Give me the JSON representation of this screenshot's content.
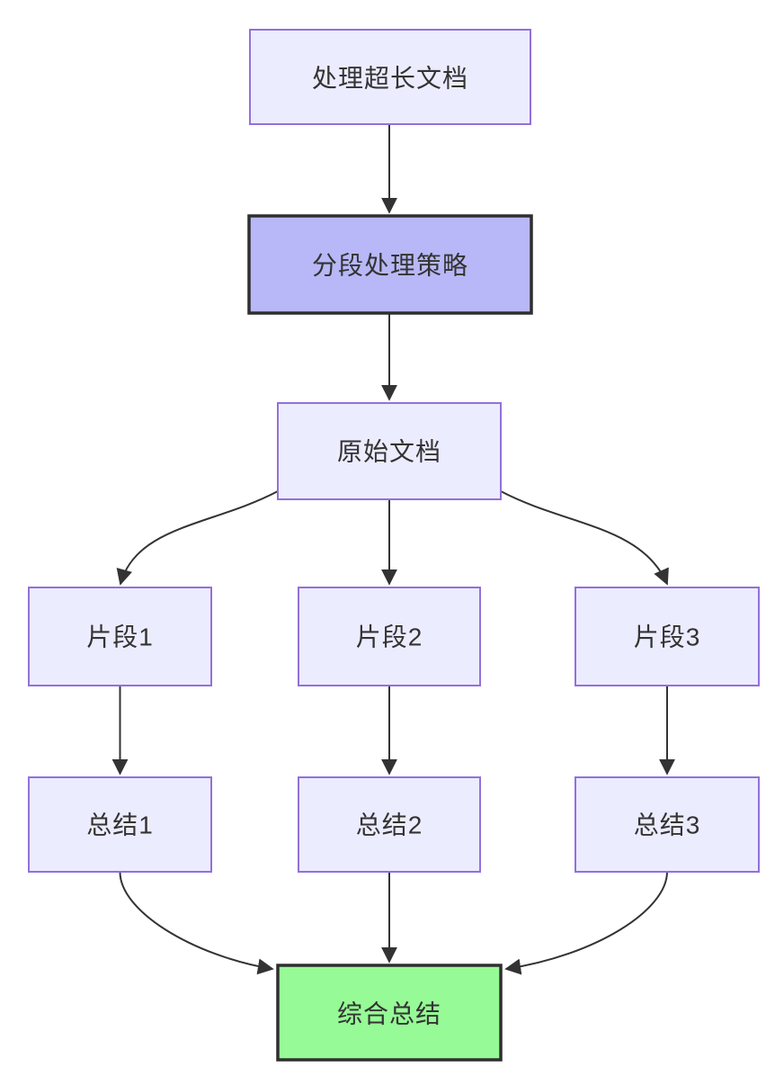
{
  "diagram": {
    "type": "flowchart",
    "direction": "top-down",
    "nodes": [
      {
        "id": "A",
        "label": "处理超长文档",
        "style": "default"
      },
      {
        "id": "B",
        "label": "分段处理策略",
        "style": "highlight"
      },
      {
        "id": "C",
        "label": "原始文档",
        "style": "default"
      },
      {
        "id": "D",
        "label": "片段1",
        "style": "default"
      },
      {
        "id": "E",
        "label": "片段2",
        "style": "default"
      },
      {
        "id": "F",
        "label": "片段3",
        "style": "default"
      },
      {
        "id": "G",
        "label": "总结1",
        "style": "default"
      },
      {
        "id": "H",
        "label": "总结2",
        "style": "default"
      },
      {
        "id": "I",
        "label": "总结3",
        "style": "default"
      },
      {
        "id": "J",
        "label": "综合总结",
        "style": "success"
      }
    ],
    "edges": [
      {
        "from": "处理超长文档",
        "to": "分段处理策略"
      },
      {
        "from": "分段处理策略",
        "to": "原始文档"
      },
      {
        "from": "原始文档",
        "to": "片段1"
      },
      {
        "from": "原始文档",
        "to": "片段2"
      },
      {
        "from": "原始文档",
        "to": "片段3"
      },
      {
        "from": "片段1",
        "to": "总结1"
      },
      {
        "from": "片段2",
        "to": "总结2"
      },
      {
        "from": "片段3",
        "to": "总结3"
      },
      {
        "from": "总结1",
        "to": "综合总结"
      },
      {
        "from": "总结2",
        "to": "综合总结"
      },
      {
        "from": "总结3",
        "to": "综合总结"
      }
    ]
  },
  "colors": {
    "background": "#ffffff",
    "node_fill": "#ececff",
    "node_border": "#9370db",
    "highlight_fill": "#b8b8f8",
    "success_fill": "#96fa96",
    "dark_border": "#2f2f2f",
    "edge": "#333333",
    "text": "#333333"
  }
}
